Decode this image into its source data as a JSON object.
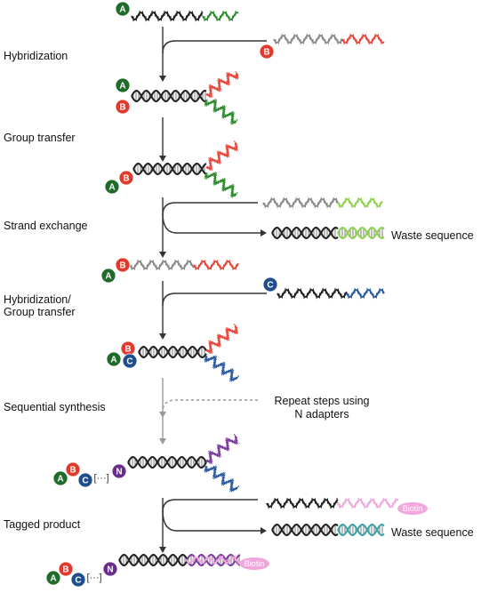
{
  "steps": [
    {
      "label": "Hybridization"
    },
    {
      "label": "Group transfer"
    },
    {
      "label": "Strand exchange"
    },
    {
      "label_line1": "Hybridization/",
      "label_line2": "Group transfer"
    },
    {
      "label": "Sequential synthesis"
    },
    {
      "label": "Tagged product"
    }
  ],
  "side_notes": {
    "waste_1": "Waste sequence",
    "repeat_line1": "Repeat steps using",
    "repeat_line2": "N adapters",
    "waste_2": "Waste sequence"
  },
  "beads": {
    "A": {
      "letter": "A",
      "color": "#1f6b2a"
    },
    "B": {
      "letter": "B",
      "color": "#e03a2c"
    },
    "C": {
      "letter": "C",
      "color": "#1f4e8c"
    },
    "N": {
      "letter": "N",
      "color": "#6a2c8c"
    }
  },
  "biotin_label": "Biotin",
  "ellipsis_label": "[···]",
  "colors": {
    "backbone_black": "#222222",
    "backbone_gray": "#8a8a8a",
    "strand_green": "#2e8b2e",
    "strand_lightgreen": "#8fd14f",
    "strand_red": "#e8463a",
    "strand_blue": "#2a5aa0",
    "strand_purple": "#7a3aa0",
    "strand_pink": "#f0a8dc",
    "arrow_black": "#333333",
    "arrow_gray": "#999999"
  }
}
